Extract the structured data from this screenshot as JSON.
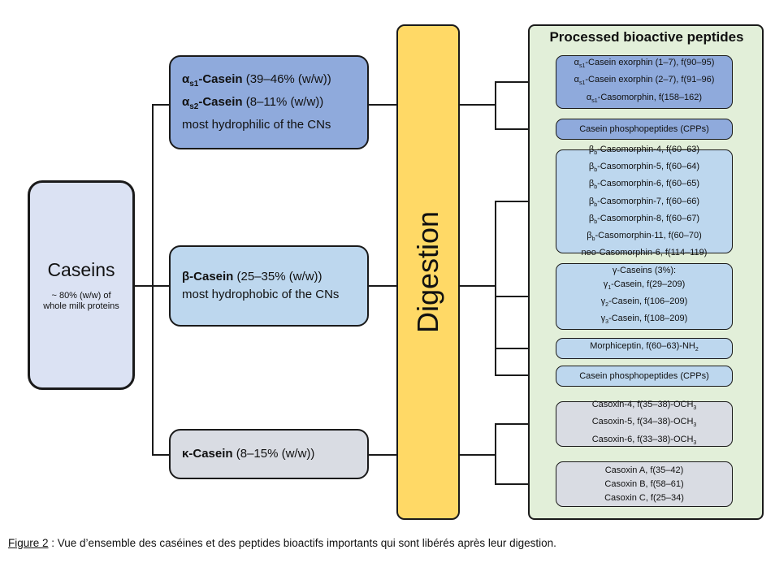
{
  "casein": {
    "title": "Caseins",
    "sub1": "~ 80% (w/w) of",
    "sub2": "whole milk proteins"
  },
  "alpha": {
    "l1_prefix": "α",
    "l1_sub": "s1",
    "l1_name": "-Casein",
    "l1_pct": " (39–46% (w/w))",
    "l2_prefix": "α",
    "l2_sub": "s2",
    "l2_name": "-Casein",
    "l2_pct": " (8–11% (w/w))",
    "l3": "most hydrophilic of the CNs"
  },
  "beta": {
    "l1_name": "β-Casein",
    "l1_pct": " (25–35% (w/w))",
    "l2": "most hydrophobic of the CNs"
  },
  "kappa": {
    "l1_name": "κ-Casein",
    "l1_pct": " (8–15% (w/w))"
  },
  "digestion": "Digestion",
  "panel_title": "Processed bioactive peptides",
  "peptides": {
    "p1": [
      {
        "a": "α",
        "s": "s1",
        "b": "-Casein exorphin (1–7), f(90–95)"
      },
      {
        "a": "α",
        "s": "s1",
        "b": "-Casein exorphin (2–7), f(91–96)"
      },
      {
        "a": "α",
        "s": "s1",
        "b": "-Casomorphin, f(158–162)"
      }
    ],
    "p2": "Casein phosphopeptides (CPPs)",
    "p3": [
      {
        "a": "β",
        "s": "b",
        "b": "-Casomorphin-4, f(60–63)"
      },
      {
        "a": "β",
        "s": "b",
        "b": "-Casomorphin-5, f(60–64)"
      },
      {
        "a": "β",
        "s": "b",
        "b": "-Casomorphin-6, f(60–65)"
      },
      {
        "a": "β",
        "s": "b",
        "b": "-Casomorphin-7, f(60–66)"
      },
      {
        "a": "β",
        "s": "b",
        "b": "-Casomorphin-8, f(60–67)"
      },
      {
        "a": "β",
        "s": "b",
        "b": "-Casomorphin-11, f(60–70)"
      },
      {
        "a": "neo-Casomorphin-6, f(114–119)",
        "s": "",
        "b": ""
      }
    ],
    "p4_head": "γ-Caseins (3%):",
    "p4": [
      {
        "a": "γ",
        "s": "1",
        "b": "-Casein, f(29–209)"
      },
      {
        "a": "γ",
        "s": "2",
        "b": "-Casein, f(106–209)"
      },
      {
        "a": "γ",
        "s": "3",
        "b": "-Casein, f(108–209)"
      }
    ],
    "p5_a": "Morphiceptin, f(60–63)-NH",
    "p5_s": "2",
    "p6": "Casein phosphopeptides (CPPs)",
    "p7": [
      {
        "a": "Casoxin-4, f(35–38)-OCH",
        "s": "3"
      },
      {
        "a": "Casoxin-5, f(34–38)-OCH",
        "s": "3"
      },
      {
        "a": "Casoxin-6, f(33–38)-OCH",
        "s": "3"
      }
    ],
    "p8": [
      "Casoxin A, f(35–42)",
      "Casoxin B, f(58–61)",
      "Casoxin C, f(25–34)"
    ]
  },
  "caption": {
    "label": "Figure 2",
    "text": " : Vue d’ensemble des caséines et des peptides bioactifs importants qui sont libérés après leur digestion."
  }
}
